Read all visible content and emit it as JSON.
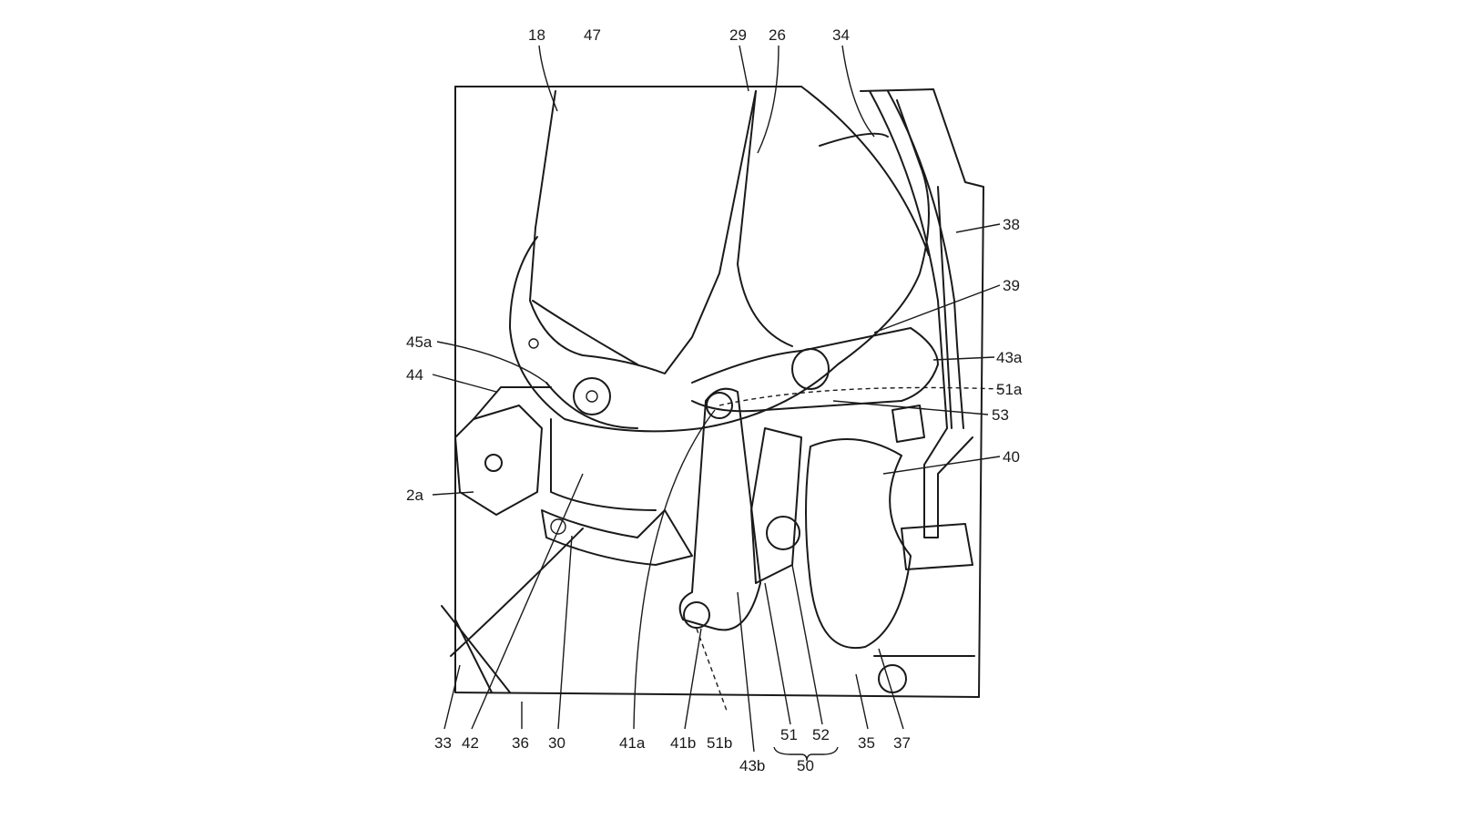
{
  "figure": {
    "labels": {
      "l18": "18",
      "l47": "47",
      "l29": "29",
      "l26": "26",
      "l34": "34",
      "l38": "38",
      "l39": "39",
      "l43a": "43a",
      "l51a": "51a",
      "l53": "53",
      "l40": "40",
      "l45a": "45a",
      "l44": "44",
      "l2a": "2a",
      "l33": "33",
      "l42": "42",
      "l36": "36",
      "l30": "30",
      "l41a": "41a",
      "l41b": "41b",
      "l51b": "51b",
      "l43b": "43b",
      "l51": "51",
      "l52": "52",
      "l50": "50",
      "l35": "35",
      "l37": "37"
    }
  }
}
